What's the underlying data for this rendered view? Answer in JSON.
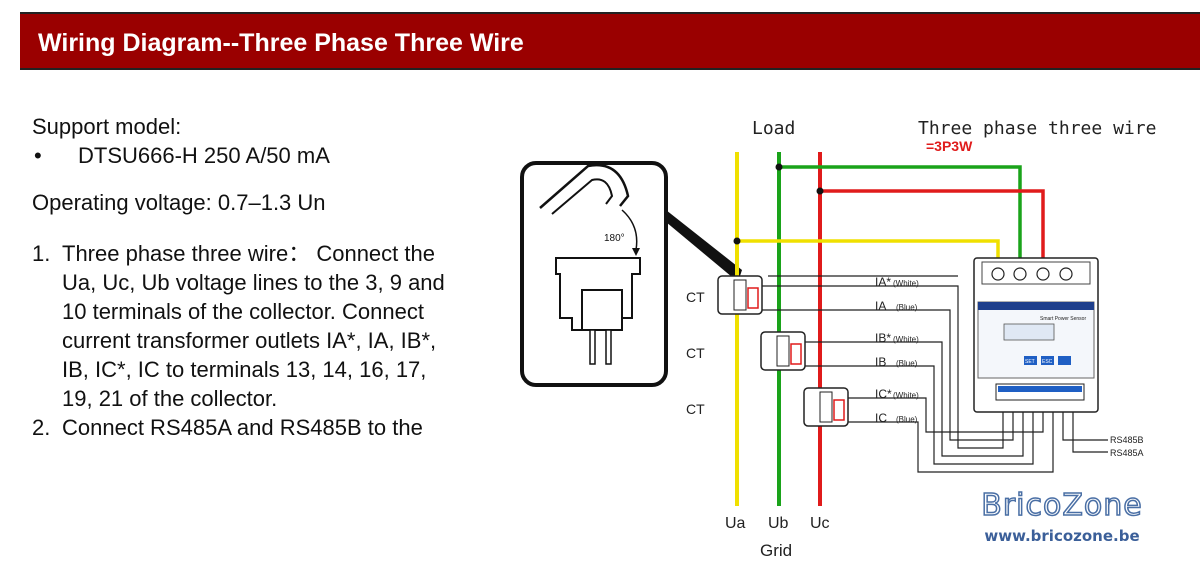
{
  "header": {
    "title": "Wiring Diagram--Three Phase Three Wire"
  },
  "content": {
    "support_label": "Support model:",
    "bullet": "•",
    "model": "DTSU666-H 250 A/50 mA",
    "operating": "Operating voltage: 0.7–1.3 Un",
    "steps": [
      {
        "num": "1.",
        "text": "Three phase three wire： Connect the Ua, Uc, Ub voltage lines to the 3, 9 and 10 terminals of the collector. Connect current transformer outlets IA*, IA, IB*, IB, IC*, IC to terminals 13, 14, 16, 17, 19, 21 of the collector."
      },
      {
        "num": "2.",
        "text": "Connect RS485A and RS485B to the"
      }
    ]
  },
  "diagram": {
    "load": "Load",
    "three_phase": "Three phase three wire",
    "code": "=3P3W",
    "ct_label": "CT",
    "angle": "180°",
    "ia_star": "IA*",
    "ia": "IA",
    "ib_star": "IB*",
    "ib": "IB",
    "ic_star": "IC*",
    "ic": "IC",
    "white": "(White)",
    "blue": "(Blue)",
    "rs485b": "RS485B",
    "rs485a": "RS485A",
    "ua": "Ua",
    "ub": "Ub",
    "uc": "Uc",
    "grid": "Grid",
    "meter_name": "Smart Power Sensor",
    "set": "SET",
    "esc": "ESC",
    "colors": {
      "yellow": "#f0e000",
      "green": "#1aa31a",
      "red": "#e01b1b",
      "header": "#9a0000"
    }
  },
  "watermark": {
    "brand": "BricoZone",
    "url": "www.bricozone.be"
  }
}
